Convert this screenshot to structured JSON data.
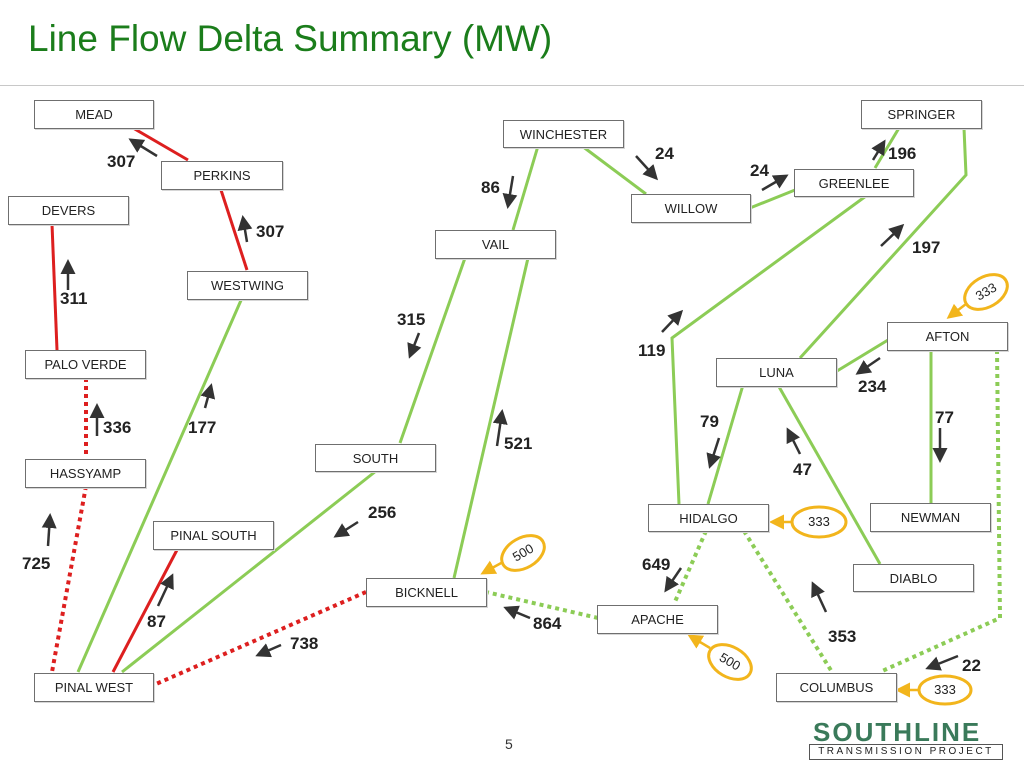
{
  "slide": {
    "title": "Line Flow Delta Summary (MW)",
    "page_number": "5"
  },
  "nodes": {
    "mead": "MEAD",
    "perkins": "PERKINS",
    "devers": "DEVERS",
    "westwing": "WESTWING",
    "palo_verde": "PALO VERDE",
    "hassyamp": "HASSYAMP",
    "pinal_south": "PINAL SOUTH",
    "pinal_west": "PINAL WEST",
    "winchester": "WINCHESTER",
    "vail": "VAIL",
    "south": "SOUTH",
    "bicknell": "BICKNELL",
    "willow": "WILLOW",
    "greenlee": "GREENLEE",
    "springer": "SPRINGER",
    "afton": "AFTON",
    "luna": "LUNA",
    "hidalgo": "HIDALGO",
    "newman": "NEWMAN",
    "diablo": "DIABLO",
    "apache": "APACHE",
    "columbus": "COLUMBUS"
  },
  "flows": {
    "mead_perkins": "307",
    "perkins_westwing": "307",
    "devers_palo_verde": "311",
    "palo_verde_hassyamp": "336",
    "hassyamp_pinal_west": "725",
    "westwing_pinal_west": "177",
    "pinal_south_pinal_west": "87",
    "south_pinal_west": "256",
    "bicknell_pinal_west": "738",
    "winchester_vail": "86",
    "vail_south": "315",
    "vail_bicknell": "521",
    "winchester_willow": "24",
    "willow_greenlee": "24",
    "greenlee_springer": "196",
    "springer_luna": "197",
    "greenlee_hidalgo": "119",
    "afton_luna": "234",
    "afton_newman": "77",
    "luna_hidalgo": "79",
    "luna_diablo": "47",
    "hidalgo_apache": "649",
    "apache_bicknell": "864",
    "hidalgo_columbus": "353",
    "afton_columbus": "22"
  },
  "ovals": {
    "bicknell": "500",
    "apache": "500",
    "hidalgo": "333",
    "afton": "333",
    "columbus": "333"
  },
  "logo": {
    "wordmark": "SOUTHLINE",
    "subtitle": "TRANSMISSION PROJECT"
  },
  "colors": {
    "title": "#1b7d1b",
    "existing_line": "#8ccc56",
    "southline_line": "#dd1f1f",
    "oval_outline": "#f2b51c",
    "arrow": "#333333"
  }
}
